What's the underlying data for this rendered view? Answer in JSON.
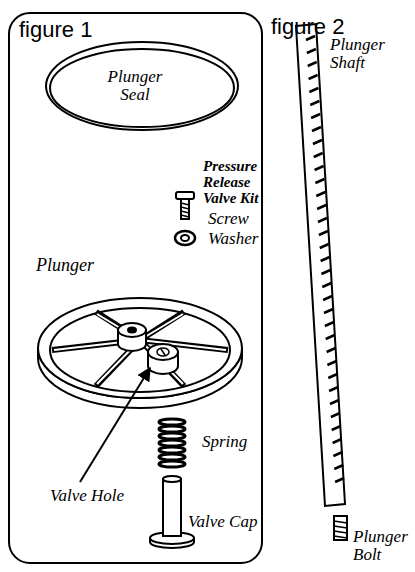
{
  "diagram": {
    "nodes": [
      {
        "text": [
          "figure 1"
        ]
      }
    ],
    "labels": [
      "figure 2",
      "Plunger Seal",
      "Pressure Release Valve Kit",
      "Screw",
      "Washer",
      "Plunger",
      "Valve Hole",
      "Spring",
      "Valve Cap",
      "Plunger Shaft",
      "Plunger Bolt"
    ]
  }
}
